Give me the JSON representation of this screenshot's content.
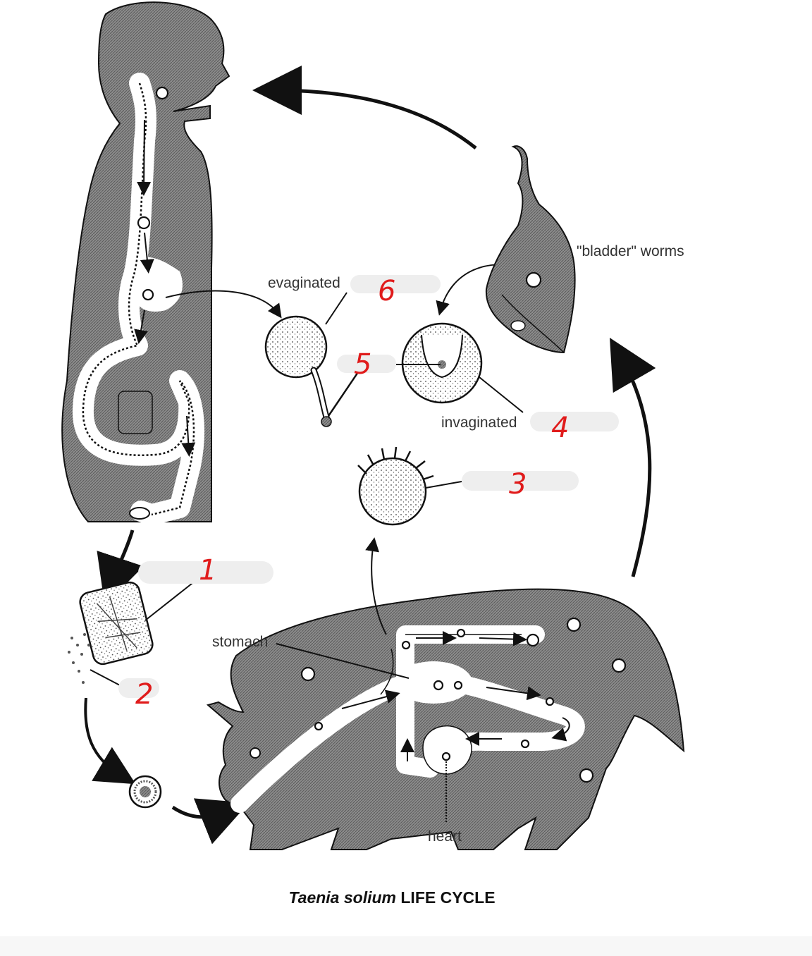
{
  "labels": {
    "evaginated": "evaginated",
    "invaginated": "invaginated",
    "bladder_worms": "\"bladder\" worms",
    "stomach": "stomach",
    "heart": "heart"
  },
  "caption": {
    "italic": "Taenia solium",
    "rest": " LIFE CYCLE"
  },
  "answers": {
    "a1": "1",
    "a2": "2",
    "a3": "3",
    "a4": "4",
    "a5": "5",
    "a6": "6"
  },
  "colors": {
    "body_fill": "#8a8a8a",
    "handwriting": "#e01b1b",
    "blank_field": "#eeeeee"
  }
}
